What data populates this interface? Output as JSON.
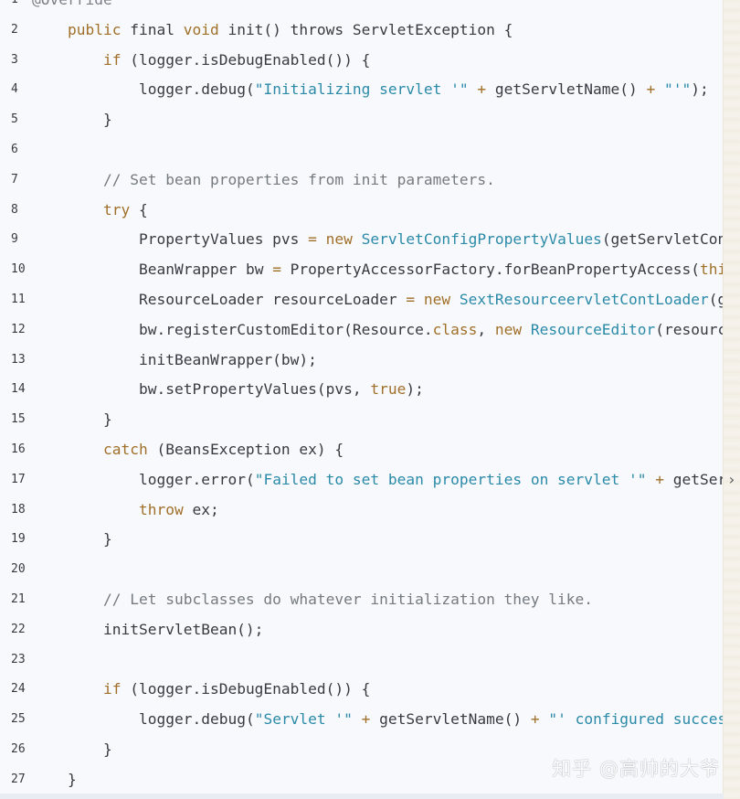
{
  "code": {
    "lines": [
      {
        "n": "1",
        "indent": 0,
        "tokens": [
          {
            "t": "@Override",
            "c": "ann"
          }
        ]
      },
      {
        "n": "2",
        "indent": 1,
        "tokens": [
          {
            "t": "public",
            "c": "kw"
          },
          {
            "t": " final ",
            "c": ""
          },
          {
            "t": "void",
            "c": "kw"
          },
          {
            "t": " init() throws ServletException {",
            "c": ""
          }
        ]
      },
      {
        "n": "3",
        "indent": 2,
        "tokens": [
          {
            "t": "if",
            "c": "kw"
          },
          {
            "t": " (logger.isDebugEnabled()) {",
            "c": ""
          }
        ]
      },
      {
        "n": "4",
        "indent": 3,
        "tokens": [
          {
            "t": "logger.debug(",
            "c": ""
          },
          {
            "t": "\"Initializing servlet '\"",
            "c": "str"
          },
          {
            "t": " ",
            "c": ""
          },
          {
            "t": "+",
            "c": "kw"
          },
          {
            "t": " getServletName() ",
            "c": ""
          },
          {
            "t": "+",
            "c": "kw"
          },
          {
            "t": " ",
            "c": ""
          },
          {
            "t": "\"'\"",
            "c": "str"
          },
          {
            "t": ");",
            "c": ""
          }
        ]
      },
      {
        "n": "5",
        "indent": 2,
        "tokens": [
          {
            "t": "}",
            "c": ""
          }
        ]
      },
      {
        "n": "6",
        "indent": 0,
        "tokens": []
      },
      {
        "n": "7",
        "indent": 2,
        "tokens": [
          {
            "t": "// Set bean properties from init parameters.",
            "c": "cm"
          }
        ]
      },
      {
        "n": "8",
        "indent": 2,
        "tokens": [
          {
            "t": "try",
            "c": "kw"
          },
          {
            "t": " {",
            "c": ""
          }
        ]
      },
      {
        "n": "9",
        "indent": 3,
        "tokens": [
          {
            "t": "PropertyValues pvs ",
            "c": ""
          },
          {
            "t": "=",
            "c": "kw"
          },
          {
            "t": " ",
            "c": ""
          },
          {
            "t": "new",
            "c": "kw"
          },
          {
            "t": " ",
            "c": ""
          },
          {
            "t": "ServletConfigPropertyValues",
            "c": "cls"
          },
          {
            "t": "(getServletConf",
            "c": ""
          }
        ]
      },
      {
        "n": "10",
        "indent": 3,
        "tokens": [
          {
            "t": "BeanWrapper bw ",
            "c": ""
          },
          {
            "t": "=",
            "c": "kw"
          },
          {
            "t": " PropertyAccessorFactory.forBeanPropertyAccess(",
            "c": ""
          },
          {
            "t": "this",
            "c": "kw"
          }
        ]
      },
      {
        "n": "11",
        "indent": 3,
        "tokens": [
          {
            "t": "ResourceLoader resourceLoader ",
            "c": ""
          },
          {
            "t": "=",
            "c": "kw"
          },
          {
            "t": " ",
            "c": ""
          },
          {
            "t": "new",
            "c": "kw"
          },
          {
            "t": " ",
            "c": ""
          },
          {
            "t": "SextResourceervletContLoader",
            "c": "cls"
          },
          {
            "t": "(ge",
            "c": ""
          }
        ]
      },
      {
        "n": "12",
        "indent": 3,
        "tokens": [
          {
            "t": "bw.registerCustomEditor(Resource.",
            "c": ""
          },
          {
            "t": "class",
            "c": "kw"
          },
          {
            "t": ", ",
            "c": ""
          },
          {
            "t": "new",
            "c": "kw"
          },
          {
            "t": " ",
            "c": ""
          },
          {
            "t": "ResourceEditor",
            "c": "cls"
          },
          {
            "t": "(resource",
            "c": ""
          }
        ]
      },
      {
        "n": "13",
        "indent": 3,
        "tokens": [
          {
            "t": "initBeanWrapper(bw);",
            "c": ""
          }
        ]
      },
      {
        "n": "14",
        "indent": 3,
        "tokens": [
          {
            "t": "bw.setPropertyValues(pvs, ",
            "c": ""
          },
          {
            "t": "true",
            "c": "kw"
          },
          {
            "t": ");",
            "c": ""
          }
        ]
      },
      {
        "n": "15",
        "indent": 2,
        "tokens": [
          {
            "t": "}",
            "c": ""
          }
        ]
      },
      {
        "n": "16",
        "indent": 2,
        "tokens": [
          {
            "t": "catch",
            "c": "kw"
          },
          {
            "t": " (BeansException ex) {",
            "c": ""
          }
        ]
      },
      {
        "n": "17",
        "indent": 3,
        "tokens": [
          {
            "t": "logger.error(",
            "c": ""
          },
          {
            "t": "\"Failed to set bean properties on servlet '\"",
            "c": "str"
          },
          {
            "t": " ",
            "c": ""
          },
          {
            "t": "+",
            "c": "kw"
          },
          {
            "t": " getServ",
            "c": ""
          }
        ]
      },
      {
        "n": "18",
        "indent": 3,
        "tokens": [
          {
            "t": "throw",
            "c": "kw"
          },
          {
            "t": " ex;",
            "c": ""
          }
        ]
      },
      {
        "n": "19",
        "indent": 2,
        "tokens": [
          {
            "t": "}",
            "c": ""
          }
        ]
      },
      {
        "n": "20",
        "indent": 0,
        "tokens": []
      },
      {
        "n": "21",
        "indent": 2,
        "tokens": [
          {
            "t": "// Let subclasses do whatever initialization they like.",
            "c": "cm"
          }
        ]
      },
      {
        "n": "22",
        "indent": 2,
        "tokens": [
          {
            "t": "initServletBean();",
            "c": ""
          }
        ]
      },
      {
        "n": "23",
        "indent": 0,
        "tokens": []
      },
      {
        "n": "24",
        "indent": 2,
        "tokens": [
          {
            "t": "if",
            "c": "kw"
          },
          {
            "t": " (logger.isDebugEnabled()) {",
            "c": ""
          }
        ]
      },
      {
        "n": "25",
        "indent": 3,
        "tokens": [
          {
            "t": "logger.debug(",
            "c": ""
          },
          {
            "t": "\"Servlet '\"",
            "c": "str"
          },
          {
            "t": " ",
            "c": ""
          },
          {
            "t": "+",
            "c": "kw"
          },
          {
            "t": " getServletName() ",
            "c": ""
          },
          {
            "t": "+",
            "c": "kw"
          },
          {
            "t": " ",
            "c": ""
          },
          {
            "t": "\"' configured success",
            "c": "str"
          }
        ]
      },
      {
        "n": "26",
        "indent": 2,
        "tokens": [
          {
            "t": "}",
            "c": ""
          }
        ]
      },
      {
        "n": "27",
        "indent": 1,
        "tokens": [
          {
            "t": "}",
            "c": ""
          }
        ]
      }
    ]
  },
  "scroll_arrow": "›",
  "watermark": "知乎 @高帅的大爷",
  "colors": {
    "keyword": "#a0702a",
    "string": "#2a8aa8",
    "comment": "#747a80",
    "text": "#383a42",
    "background": "#f8f9fc"
  }
}
